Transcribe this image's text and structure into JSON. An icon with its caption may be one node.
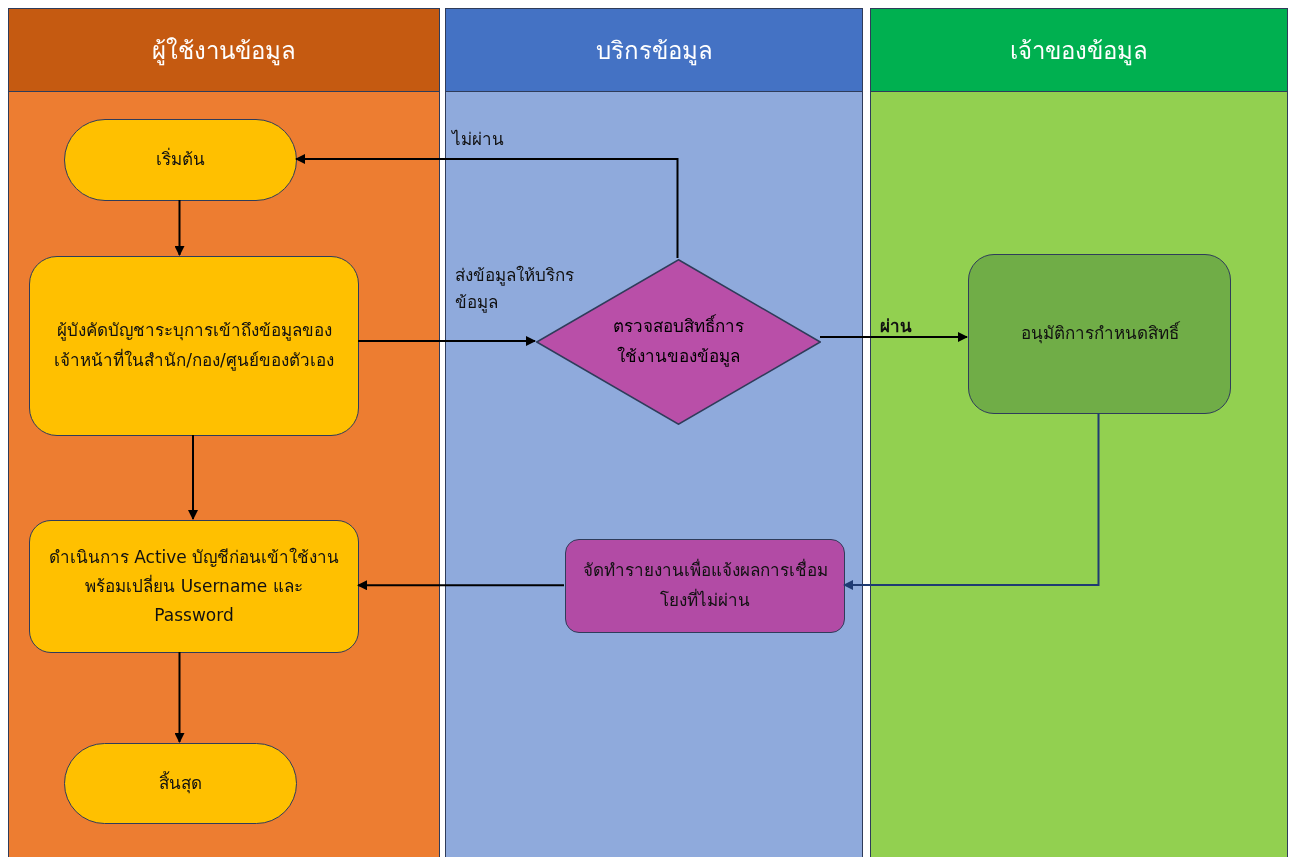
{
  "diagram": {
    "nodes": [
      {
        "text": [
          "ผู้ใช้งานข้อมูล"
        ]
      },
      {
        "text": [
          "บริกรข้อมูล"
        ]
      },
      {
        "text": [
          "เจ้าของข้อมูล"
        ]
      },
      {
        "text": [
          "เริ่มต้น"
        ],
        "in": 0
      },
      {
        "text": [
          "ผู้บังคัดบัญชาระบุการเข้าถึงข้อมูลของเจ้าหน้าที่ในสำนัก/กอง/ศูนย์ของตัวเอง"
        ],
        "in": 0
      },
      {
        "text": [
          "ดำเนินการ Active บัญชีก่อนเข้าใช้งาน พร้อมเปลี่ยน Username และ Password"
        ],
        "in": 0
      },
      {
        "text": [
          "สิ้นสุด"
        ],
        "in": 0
      },
      {
        "text": [
          "ตรวจสอบสิทธิ์การใช้งานของข้อมูล"
        ],
        "in": 1
      },
      {
        "text": [
          "จัดทำรายงานเพื่อแจ้งผลการเชื่อมโยงที่ไม่ผ่าน"
        ],
        "in": 1
      },
      {
        "text": [
          "อนุมัติการกำหนดสิทธิ์"
        ],
        "in": 2
      }
    ],
    "edges": [
      {
        "from": 3,
        "to": 4,
        "arrow": "to"
      },
      {
        "from": 4,
        "to": 7,
        "arrow": "to",
        "label": "ส่งข้อมูลให้บริกรข้อมูล"
      },
      {
        "from": 7,
        "to": 3,
        "arrow": "to",
        "label": "ไม่ผ่าน"
      },
      {
        "from": 7,
        "to": 9,
        "arrow": "to",
        "label": "ผ่าน"
      },
      {
        "from": 9,
        "to": 8,
        "arrow": "to",
        "color": "#1f3b73"
      },
      {
        "from": 8,
        "to": 5,
        "arrow": "to"
      },
      {
        "from": 4,
        "to": 5,
        "arrow": "to"
      },
      {
        "from": 5,
        "to": 6,
        "arrow": "to"
      }
    ]
  }
}
